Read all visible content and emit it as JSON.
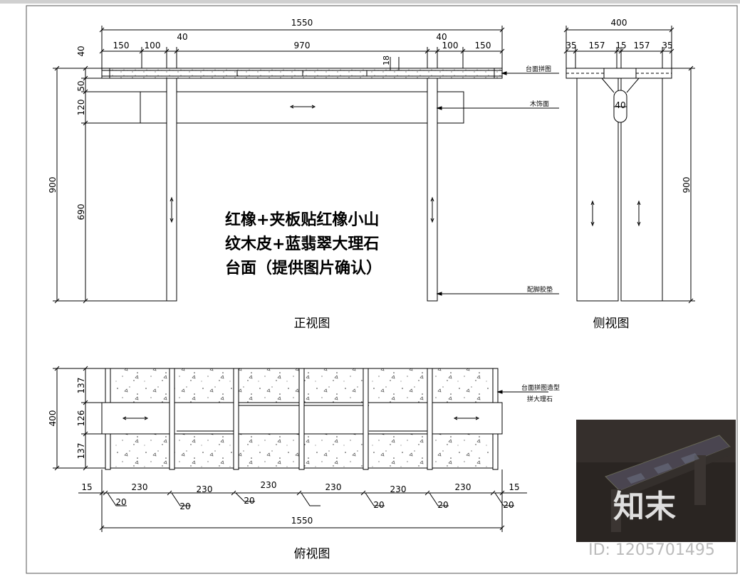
{
  "front_view": {
    "title": "正视图",
    "overall_width": "1550",
    "top_dims": [
      "150",
      "100",
      "40",
      "970",
      "40",
      "100",
      "150"
    ],
    "thickness_label": "18",
    "left_dims": [
      "40",
      "50",
      "120",
      "690"
    ],
    "total_height": "900",
    "callouts": {
      "top": "台面拼图",
      "apron": "木饰面",
      "foot": "配脚胶垫"
    },
    "material_note": [
      "红橡+夹板贴红橡小山",
      "纹木皮+蓝翡翠大理石",
      "台面（提供图片确认）"
    ]
  },
  "side_view": {
    "title": "侧视图",
    "overall_width": "400",
    "top_dims": [
      "35",
      "157",
      "15",
      "157",
      "35"
    ],
    "center_dim": "40",
    "total_height": "900"
  },
  "plan_view": {
    "title": "俯视图",
    "depth": "400",
    "left_dims": [
      "137",
      "126",
      "137"
    ],
    "callout": [
      "台面拼图造型",
      "拼大理石"
    ],
    "bottom_dims": [
      "15",
      "230",
      "230",
      "230",
      "230",
      "230",
      "230",
      "15"
    ],
    "post_dims": [
      "20",
      "20",
      "20",
      "20",
      "20",
      "20"
    ],
    "overall_width": "1550"
  },
  "photo": {
    "watermark": "知末",
    "id_text": "ID: 1205701495"
  },
  "colors": {
    "line": "#000000",
    "frame": "#555555",
    "photo_bg": "#2a2522"
  }
}
